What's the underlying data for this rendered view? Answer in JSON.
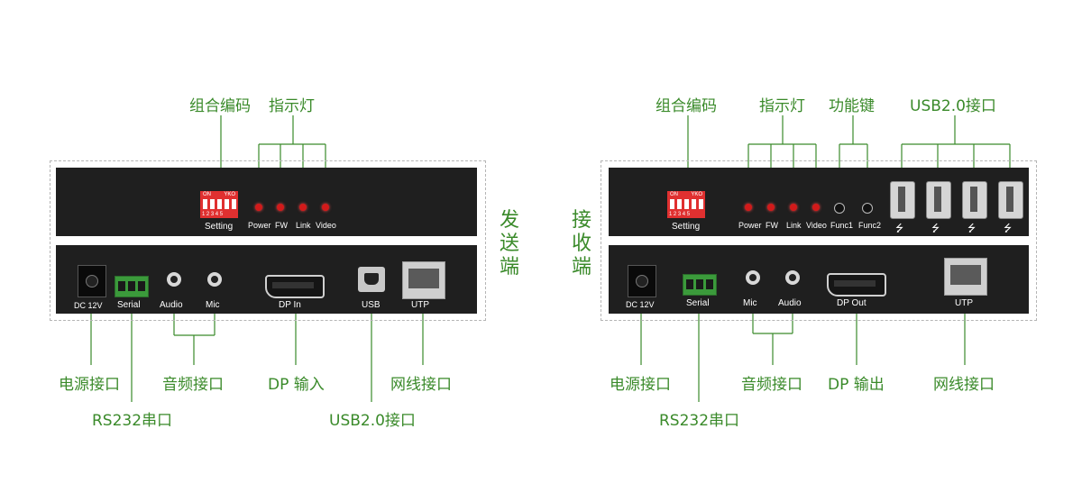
{
  "sender": {
    "title": "发送端",
    "callouts": {
      "dip_code": "组合编码",
      "indicator": "指示灯",
      "power_port": "电源接口",
      "serial_port": "RS232串口",
      "audio_port": "音频接口",
      "dp_in": "DP 输入",
      "usb_port": "USB2.0接口",
      "network_port": "网线接口"
    },
    "top_panel": {
      "dip_on": "ON",
      "dip_brand": "YKO",
      "dip_numbers": "12345",
      "setting_label": "Setting",
      "leds": [
        "Power",
        "FW",
        "Link",
        "Video"
      ]
    },
    "bottom_panel": {
      "dc_label": "DC 12V",
      "serial_label": "Serial",
      "audio_label": "Audio",
      "mic_label": "Mic",
      "dp_label": "DP In",
      "usb_label": "USB",
      "utp_label": "UTP"
    }
  },
  "receiver": {
    "title": "接收端",
    "callouts": {
      "dip_code": "组合编码",
      "indicator": "指示灯",
      "function_keys": "功能键",
      "usb_ports": "USB2.0接口",
      "power_port": "电源接口",
      "serial_port": "RS232串口",
      "audio_port": "音频接口",
      "dp_out": "DP 输出",
      "network_port": "网线接口"
    },
    "top_panel": {
      "dip_on": "ON",
      "dip_brand": "YKO",
      "dip_numbers": "12345",
      "setting_label": "Setting",
      "leds": [
        "Power",
        "FW",
        "Link",
        "Video"
      ],
      "func_buttons": [
        "Func1",
        "Func2"
      ],
      "usb_symbol": "⭍"
    },
    "bottom_panel": {
      "dc_label": "DC 12V",
      "serial_label": "Serial",
      "mic_label": "Mic",
      "audio_label": "Audio",
      "dp_label": "DP Out",
      "utp_label": "UTP"
    }
  },
  "colors": {
    "callout_green": "#3a8a2a",
    "panel_black": "#1f1f1f",
    "led_red": "#d21a1a",
    "dip_red": "#e03030"
  }
}
